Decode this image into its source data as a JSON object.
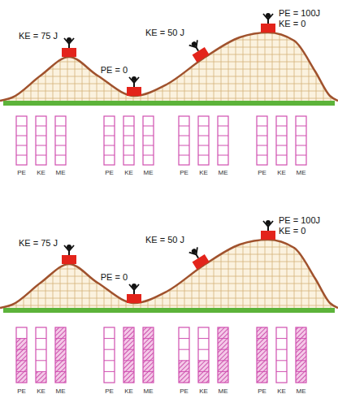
{
  "diagram": {
    "labels": [
      "KE = 75 J",
      "PE = 0",
      "KE = 50 J",
      "PE = 100J",
      "KE = 0",
      "PE",
      "KE",
      "ME",
      "PE",
      "KE",
      "ME",
      "PE",
      "KE",
      "ME",
      "PE",
      "KE",
      "ME",
      "KE = 75 J",
      "PE = 0",
      "KE = 50 J",
      "PE = 100J",
      "KE = 0",
      "PE",
      "KE",
      "ME",
      "PE",
      "KE",
      "ME",
      "PE",
      "KE",
      "ME",
      "PE",
      "KE",
      "ME"
    ]
  }
}
